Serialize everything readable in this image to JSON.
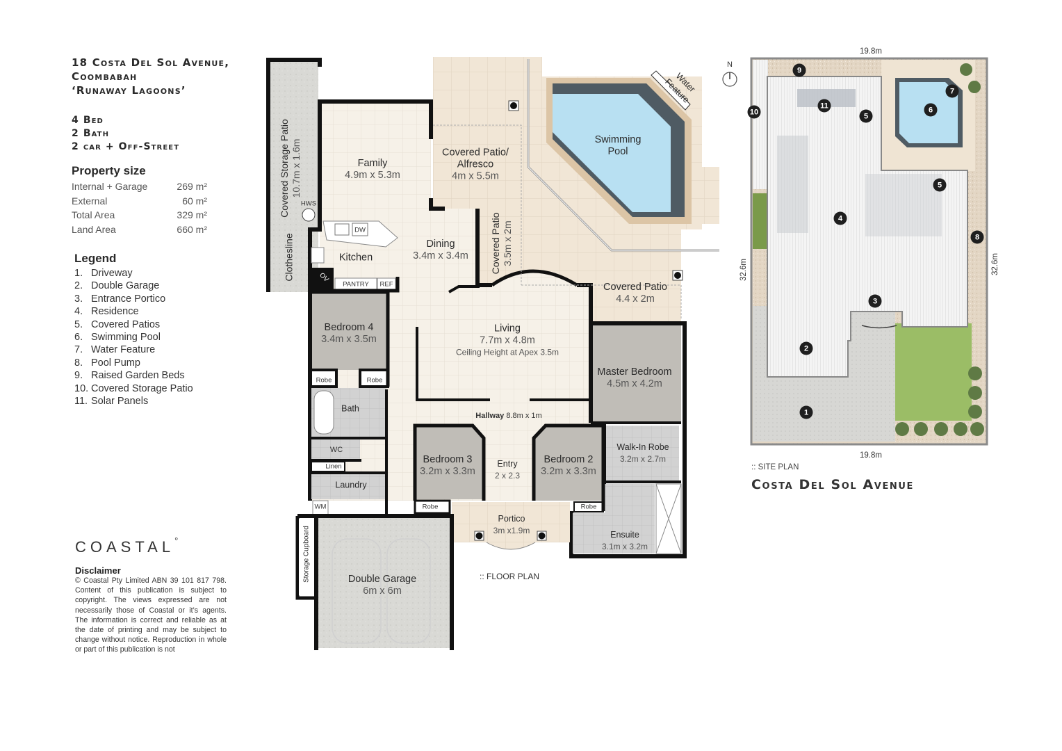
{
  "property": {
    "address_lines": [
      "18 Costa Del Sol Avenue,",
      "Coombabah",
      "‘Runaway Lagoons’"
    ],
    "specs": [
      "4 Bed",
      "2 Bath",
      "2 car + Off-Street"
    ]
  },
  "property_size": {
    "title": "Property size",
    "rows": [
      {
        "label": "Internal + Garage",
        "value": "269 m²"
      },
      {
        "label": "External",
        "value": "60 m²"
      },
      {
        "label": "Total Area",
        "value": "329 m²"
      },
      {
        "label": "Land Area",
        "value": "660 m²"
      }
    ]
  },
  "legend": {
    "title": "Legend",
    "items": [
      {
        "num": "1.",
        "label": "Driveway"
      },
      {
        "num": "2.",
        "label": "Double Garage"
      },
      {
        "num": "3.",
        "label": "Entrance Portico"
      },
      {
        "num": "4.",
        "label": "Residence"
      },
      {
        "num": "5.",
        "label": "Covered Patios"
      },
      {
        "num": "6.",
        "label": "Swimming Pool"
      },
      {
        "num": "7.",
        "label": "Water Feature"
      },
      {
        "num": "8.",
        "label": "Pool Pump"
      },
      {
        "num": "9.",
        "label": "Raised Garden Beds"
      },
      {
        "num": "10.",
        "label": "Covered Storage Patio"
      },
      {
        "num": "11.",
        "label": "Solar Panels"
      }
    ]
  },
  "brand": {
    "logo": "COASTAL",
    "logo_mark": "°"
  },
  "disclaimer": {
    "title": "Disclaimer",
    "text": "© Coastal Pty Limited ABN 39 101 817 798. Content of this publication is subject to copyright. The views expressed are not necessarily those of Coastal or it’s agents. The information is correct and reliable as at the date of printing and may be subject to change without notice. Reproduction in whole or part of this publication is not"
  },
  "floor_plan": {
    "caption": ":: FLOOR PLAN",
    "rooms": {
      "covered_storage_patio": {
        "name": "Covered Storage Patio",
        "dim": "10.7m x 1.6m"
      },
      "clothesline": {
        "name": "Clothesline"
      },
      "hws": {
        "name": "HWS"
      },
      "family": {
        "name": "Family",
        "dim": "4.9m x 5.3m"
      },
      "alfresco": {
        "name": "Covered Patio/",
        "name2": "Alfresco",
        "dim": "4m x 5.5m"
      },
      "pool": {
        "name": "Swimming",
        "name2": "Pool"
      },
      "water_feature": {
        "name": "Water",
        "name2": "Feature"
      },
      "kitchen": {
        "name": "Kitchen"
      },
      "dw": {
        "name": "DW"
      },
      "ov": {
        "name": "OV"
      },
      "pantry": {
        "name": "PANTRY"
      },
      "ref": {
        "name": "REF"
      },
      "dining": {
        "name": "Dining",
        "dim": "3.4m x 3.4m"
      },
      "covered_patio_side": {
        "name": "Covered Patio",
        "dim": "3.5m x 2m"
      },
      "covered_patio_rear": {
        "name": "Covered Patio",
        "dim": "4.4 x 2m"
      },
      "bedroom4": {
        "name": "Bedroom 4",
        "dim": "3.4m x 3.5m"
      },
      "robe_b4a": {
        "name": "Robe"
      },
      "robe_b4b": {
        "name": "Robe"
      },
      "living": {
        "name": "Living",
        "dim": "7.7m x 4.8m",
        "note": "Ceiling Height at Apex 3.5m"
      },
      "master": {
        "name": "Master Bedroom",
        "dim": "4.5m x 4.2m"
      },
      "bath": {
        "name": "Bath"
      },
      "wc": {
        "name": "WC"
      },
      "linen": {
        "name": "Linen"
      },
      "laundry": {
        "name": "Laundry"
      },
      "wm": {
        "name": "WM"
      },
      "hallway": {
        "name": "Hallway",
        "dim": "8.8m x 1m"
      },
      "bedroom3": {
        "name": "Bedroom 3",
        "dim": "3.2m x 3.3m"
      },
      "robe_b3": {
        "name": "Robe"
      },
      "entry": {
        "name": "Entry",
        "dim": "2 x 2.3"
      },
      "bedroom2": {
        "name": "Bedroom 2",
        "dim": "3.2m x 3.3m"
      },
      "robe_b2": {
        "name": "Robe"
      },
      "wir": {
        "name": "Walk-In Robe",
        "dim": "3.2m x 2.7m"
      },
      "ensuite": {
        "name": "Ensuite",
        "dim": "3.1m x 3.2m"
      },
      "portico": {
        "name": "Portico",
        "dim": "3m x1.9m"
      },
      "storage_cupboard": {
        "name": "Storage Cupboard"
      },
      "garage": {
        "name": "Double Garage",
        "dim": "6m x 6m"
      }
    }
  },
  "site_plan": {
    "caption": ":: SITE PLAN",
    "street": "Costa Del Sol Avenue",
    "north": "N",
    "dims": {
      "top": "19.8m",
      "bottom": "19.8m",
      "left": "32.6m",
      "right": "32.6m"
    },
    "markers": [
      "1",
      "2",
      "3",
      "4",
      "5",
      "5",
      "6",
      "7",
      "8",
      "9",
      "10",
      "11"
    ]
  },
  "colors": {
    "wall": "#111111",
    "tile": "#f4eee4",
    "patio": "#efe4d3",
    "bedroom": "#bfbcb6",
    "wet": "#cfcfcf",
    "garage": "#dcdcda",
    "pool_water": "#b8e0f2",
    "pool_edge": "#4f5b63",
    "lawn": "#9bbd66",
    "roof": "#f3f3f3"
  }
}
